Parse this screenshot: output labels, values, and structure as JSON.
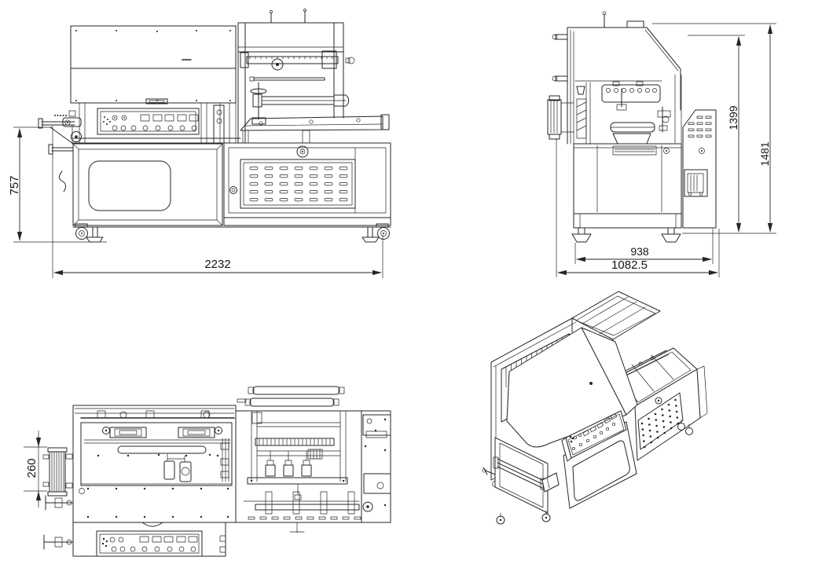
{
  "drawing": {
    "background_color": "#ffffff",
    "line_color": "#262626",
    "views": {
      "front": {
        "height_label": "757",
        "width_label": "2232"
      },
      "side": {
        "inner_height_label": "1399",
        "overall_height_label": "1481",
        "inner_width_label": "938",
        "overall_width_label": "1082.5"
      },
      "top": {
        "width_label": "260"
      }
    }
  }
}
